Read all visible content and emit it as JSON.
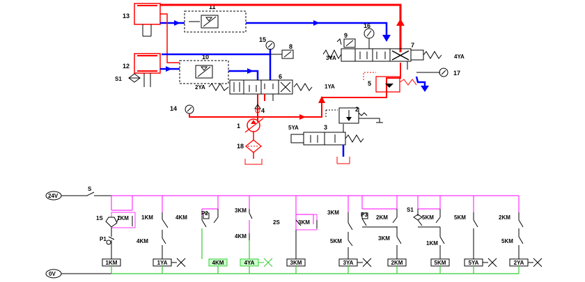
{
  "hydraulic": {
    "labels": {
      "c13": "13",
      "c11": "11",
      "c12": "12",
      "c10": "10",
      "c51": "S1",
      "c15": "15",
      "c8": "8",
      "c9": "9",
      "c16": "16",
      "c7": "7",
      "c3ya": "3YA",
      "c4ya": "4YA",
      "c6": "6",
      "c2ya": "2YA",
      "c1ya": "1YA",
      "c5": "5",
      "c17": "17",
      "c14": "14",
      "c4": "4",
      "c2": "2",
      "c1": "1",
      "c5ya": "5YA",
      "c3": "3",
      "c18": "18"
    }
  },
  "electrical": {
    "supply_top": "24V",
    "supply_bottom": "0V",
    "switch_s": "S",
    "labels": {
      "sb": "1S",
      "km1_hold": "1KM",
      "ps1": "P1",
      "km1_a": "1KM",
      "km4_a": "4KM",
      "km4_b": "4KM",
      "ps2": "P2",
      "km3_a": "3KM",
      "km4_c": "4KM",
      "ts": "2S",
      "km3_b": "3KM",
      "km3_c": "3KM",
      "km5_a": "5KM",
      "ps3": "P3",
      "km2_a": "2KM",
      "km3_d": "3KM",
      "s1": "S1",
      "km5_b": "5KM",
      "km1_b": "1KM",
      "km5_c": "5KM",
      "km2_b": "2KM",
      "km5_d": "5KM"
    },
    "coils": [
      "1KM",
      "1YA",
      "4KM",
      "4YA",
      "3KM",
      "3YA",
      "2KM",
      "5KM",
      "5YA",
      "2YA"
    ]
  }
}
